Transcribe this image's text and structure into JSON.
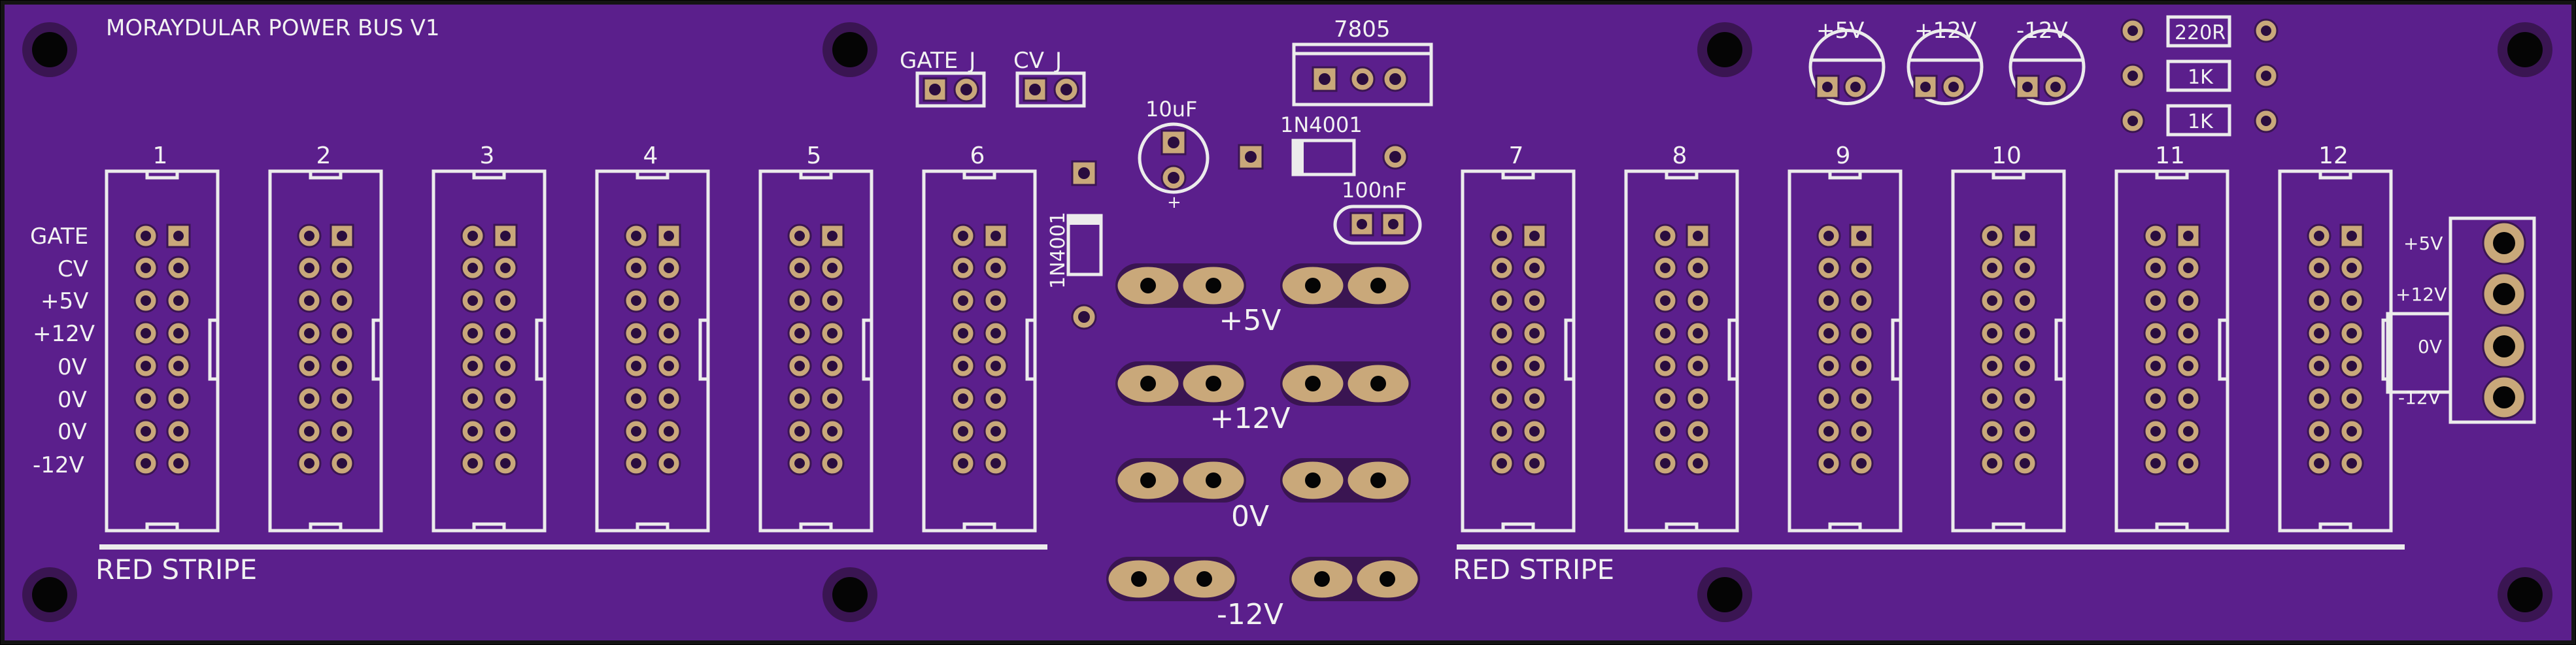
{
  "board": {
    "title": "MORAYDULAR POWER BUS V1",
    "colors": {
      "soldermask": "#5b1f8c",
      "silkscreen": "#ececec",
      "copper_pad": "#c9a87a",
      "edge": "#000000"
    }
  },
  "labels": {
    "gate_j": "GATE_J",
    "cv_j": "CV_J",
    "regulator": "7805",
    "cap_10uf": "10uF",
    "cap_plus": "+",
    "diode_top": "1N4001",
    "diode_side": "1N4001",
    "cap_100nf": "100nF",
    "stripe_left": "RED STRIPE",
    "stripe_right": "RED STRIPE"
  },
  "led_labels": [
    "+5V",
    "+12V",
    "-12V"
  ],
  "resistors": [
    "220R",
    "1K",
    "1K"
  ],
  "headers": [
    "1",
    "2",
    "3",
    "4",
    "5",
    "6",
    "7",
    "8",
    "9",
    "10",
    "11",
    "12"
  ],
  "pin_labels": [
    "GATE",
    "CV",
    "+5V",
    "+12V",
    "0V",
    "0V",
    "0V",
    "-12V"
  ],
  "rails": [
    "+5V",
    "+12V",
    "0V",
    "-12V"
  ],
  "power_in": [
    "+5V",
    "+12V",
    "0V",
    "-12V"
  ]
}
